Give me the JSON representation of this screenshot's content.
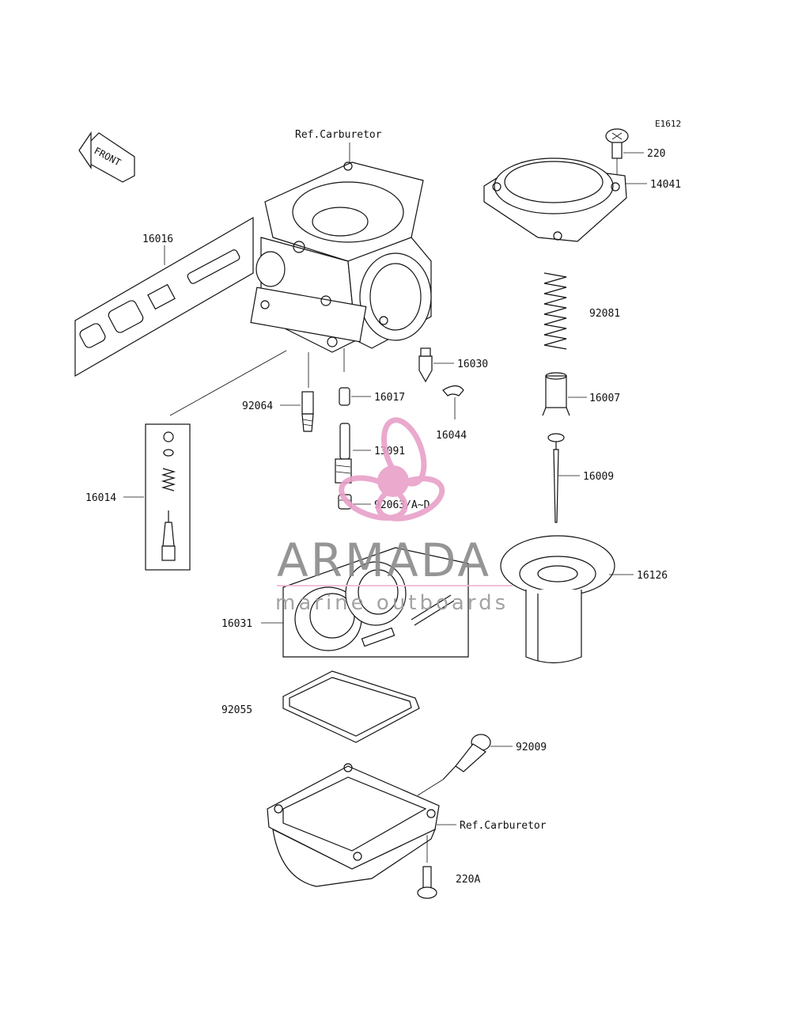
{
  "diagram_code": "E1612",
  "front_label": "FRONT",
  "refs": {
    "top": "Ref.Carburetor",
    "bottom": "Ref.Carburetor"
  },
  "parts": {
    "p220": "220",
    "p14041": "14041",
    "p92081": "92081",
    "p16007": "16007",
    "p16009": "16009",
    "p16126": "16126",
    "p16016": "16016",
    "p16030": "16030",
    "p16017": "16017",
    "p92064": "92064",
    "p16044": "16044",
    "p13091": "13091",
    "p16014": "16014",
    "p92063": "92063/A~D",
    "p16031": "16031",
    "p92055": "92055",
    "p92009": "92009",
    "p220A": "220A"
  },
  "watermark": {
    "brand": "ARMADA",
    "tagline": "marine outboards",
    "colors": {
      "text": "#8a8a8a",
      "accent": "#e8a0c8",
      "rule": "#f2b8d8"
    }
  }
}
